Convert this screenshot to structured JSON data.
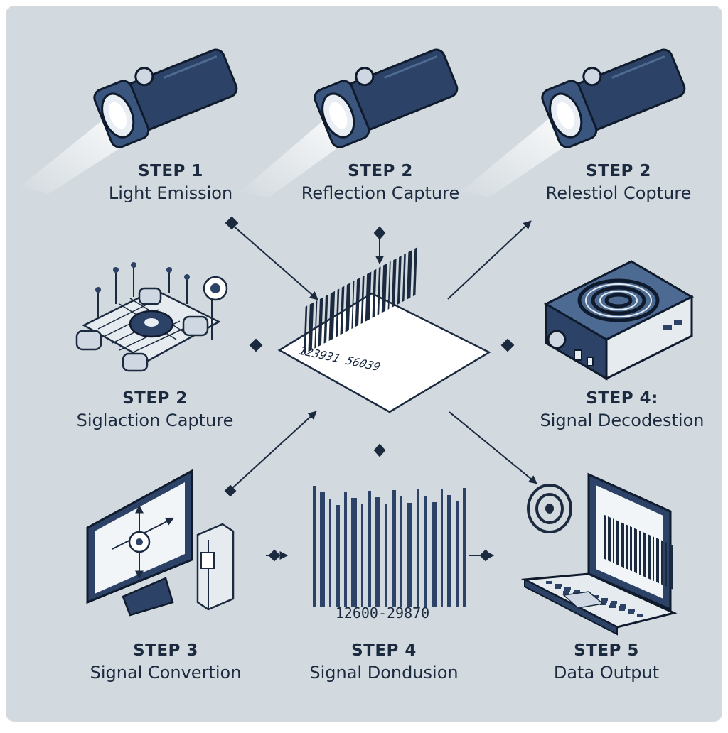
{
  "colors": {
    "background": "#d3dadf",
    "ink": "#1b2a3f",
    "navy": "#2c4367",
    "navy_light": "#4d6a92",
    "beam": "#ffffff"
  },
  "steps": [
    {
      "id": "s1",
      "num": "STEP 1",
      "name": "Light Emission"
    },
    {
      "id": "s2a",
      "num": "STEP 2",
      "name": "Reflection Capture"
    },
    {
      "id": "s2b",
      "num": "STEP 2",
      "name": "Relestiol Copture"
    },
    {
      "id": "s2c",
      "num": "STEP 2",
      "name": "Siglaction Capture"
    },
    {
      "id": "s4a",
      "num": "STEP 4:",
      "name": "Signal Decodestion"
    },
    {
      "id": "s3",
      "num": "STEP 3",
      "name": "Signal Convertion"
    },
    {
      "id": "s4b",
      "num": "STEP 4",
      "name": "Signal Dondusion"
    },
    {
      "id": "s5",
      "num": "STEP 5",
      "name": "Data Output"
    }
  ],
  "barcode": {
    "center_digits": "123931 56039",
    "bottom_digits": "12600-29870"
  },
  "icons": [
    "flashlight-icon",
    "circuit-board-icon",
    "barcode-label-icon",
    "signal-decoder-icon",
    "monitor-icon",
    "barcode-signal-icon",
    "laptop-icon"
  ]
}
